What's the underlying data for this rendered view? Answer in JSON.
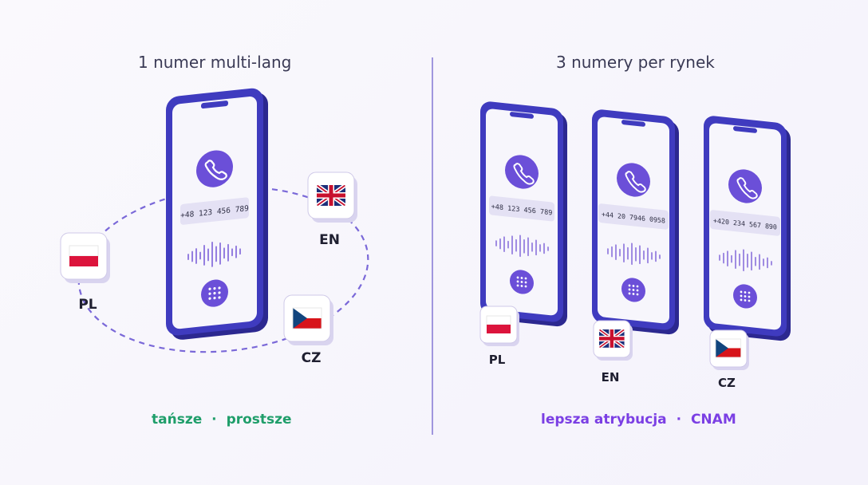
{
  "left": {
    "title": "1 numer multi-lang",
    "phone_number": "+48 123 456 789",
    "flags": [
      {
        "code": "PL",
        "flag": "poland"
      },
      {
        "code": "EN",
        "flag": "united-kingdom"
      },
      {
        "code": "CZ",
        "flag": "czech-republic"
      }
    ],
    "caption": {
      "first": "tańsze",
      "separator": "·",
      "second": "prostsze"
    }
  },
  "right": {
    "title": "3 numery per rynek",
    "phones": [
      {
        "number": "+48 123 456 789",
        "code": "PL",
        "flag": "poland"
      },
      {
        "number": "+44 20 7946 0958",
        "code": "EN",
        "flag": "united-kingdom"
      },
      {
        "number": "+420 234 567 890",
        "code": "CZ",
        "flag": "czech-republic"
      }
    ],
    "caption": {
      "first": "lepsza atrybucja",
      "separator": "·",
      "second": "CNAM"
    }
  },
  "colors": {
    "phone_body": "#3f3bbf",
    "accent_purple": "#6b4fd8",
    "caption_left": "#1f9e6a",
    "caption_right": "#7b3fe4",
    "divider": "#8a7fd6"
  },
  "icons": [
    "phone-icon",
    "dialpad-icon",
    "waveform-icon"
  ]
}
